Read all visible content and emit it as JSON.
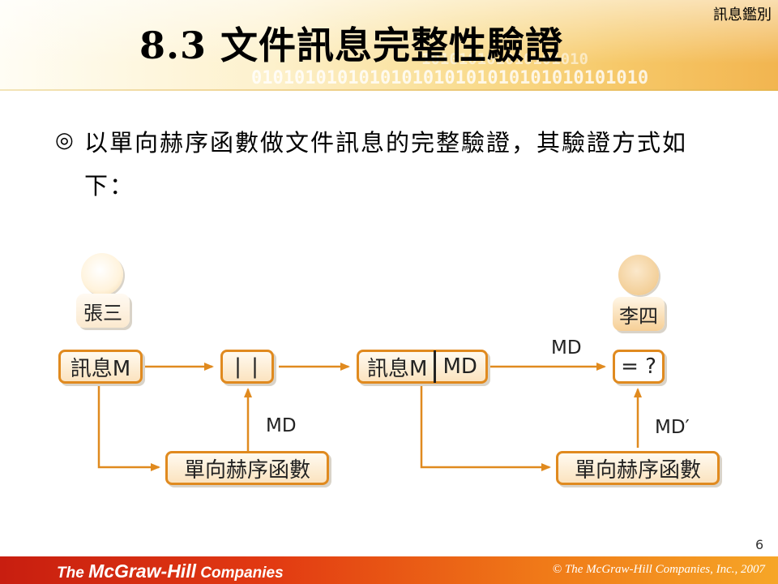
{
  "header": {
    "section_label": "訊息鑑別",
    "title": "8.3 文件訊息完整性驗證",
    "binary_row1": "101010101010101010",
    "binary_row2": "0101010101010101010101010101010101010"
  },
  "body": {
    "bullet_symbol": "◎",
    "text": "以單向赫序函數做文件訊息的完整驗證，其驗證方式如下："
  },
  "diagram": {
    "sender": "張三",
    "receiver": "李四",
    "message_box": "訊息M",
    "concat_box": "| |",
    "message_part": "訊息M",
    "md_part": "MD",
    "compare_box": "= ?",
    "hash_box_left": "單向赫序函數",
    "hash_box_right": "單向赫序函數",
    "label_md_up": "MD",
    "label_md_top": "MD",
    "label_md_prime": "MD′"
  },
  "colors": {
    "accent": "#e08a1f",
    "box_fill": "#fbe3bf",
    "footer_start": "#c81e10",
    "footer_end": "#f6a627"
  },
  "page_number": "6",
  "footer": {
    "logo_the": "The ",
    "logo_name": "McGraw-Hill",
    "logo_companies": " Companies",
    "copyright": "© The McGraw-Hill Companies, Inc., 2007"
  }
}
